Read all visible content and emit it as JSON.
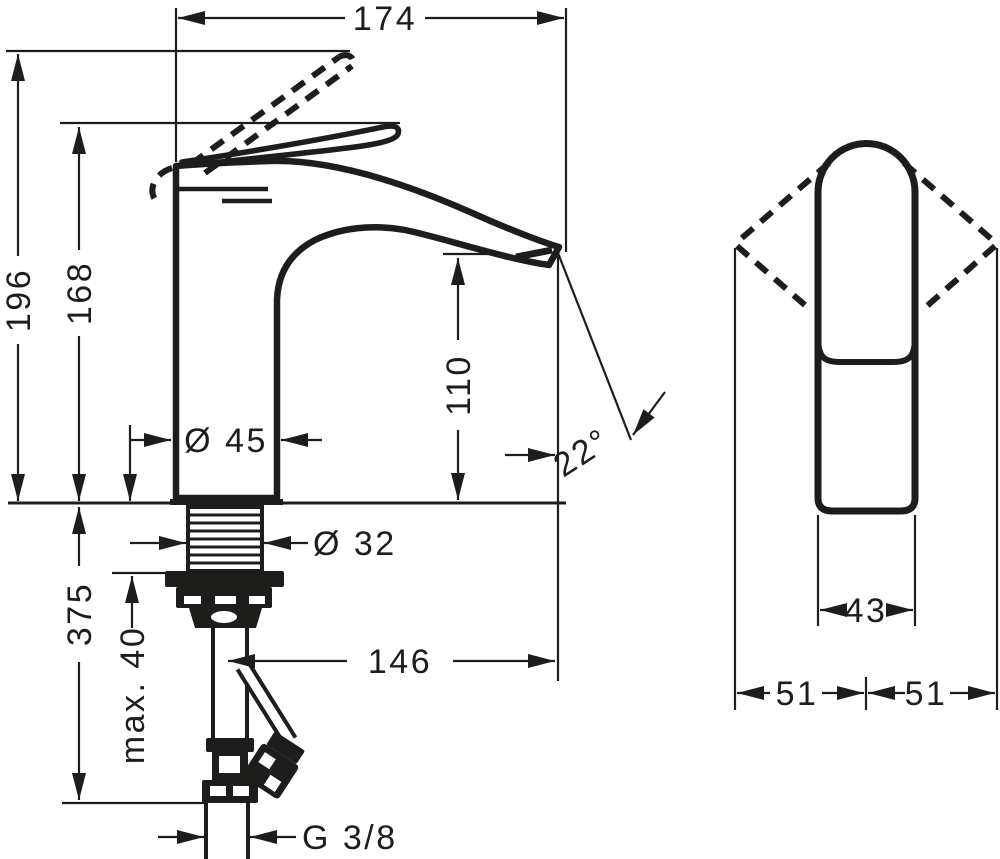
{
  "page": {
    "background": "#ffffff",
    "line_color": "#1d1d1b"
  },
  "drawing": {
    "type": "technical-dimension-drawing",
    "subject": "single-lever basin mixer faucet: side view with under-counter installation parts and front view with handle swivel range",
    "units": "mm"
  },
  "labels": {
    "width_total": "174",
    "height_total": "196",
    "height_handle": "168",
    "spout_height": "110",
    "body_diameter": "Ø 45",
    "shank_diameter": "Ø 32",
    "install_depth": "375",
    "max_thickness": "max. 40",
    "hose_offset": "146",
    "spout_angle": "22°",
    "connection_thread": "G 3/8",
    "front_body_width": "43",
    "front_left_offset": "51",
    "front_right_offset": "51"
  }
}
